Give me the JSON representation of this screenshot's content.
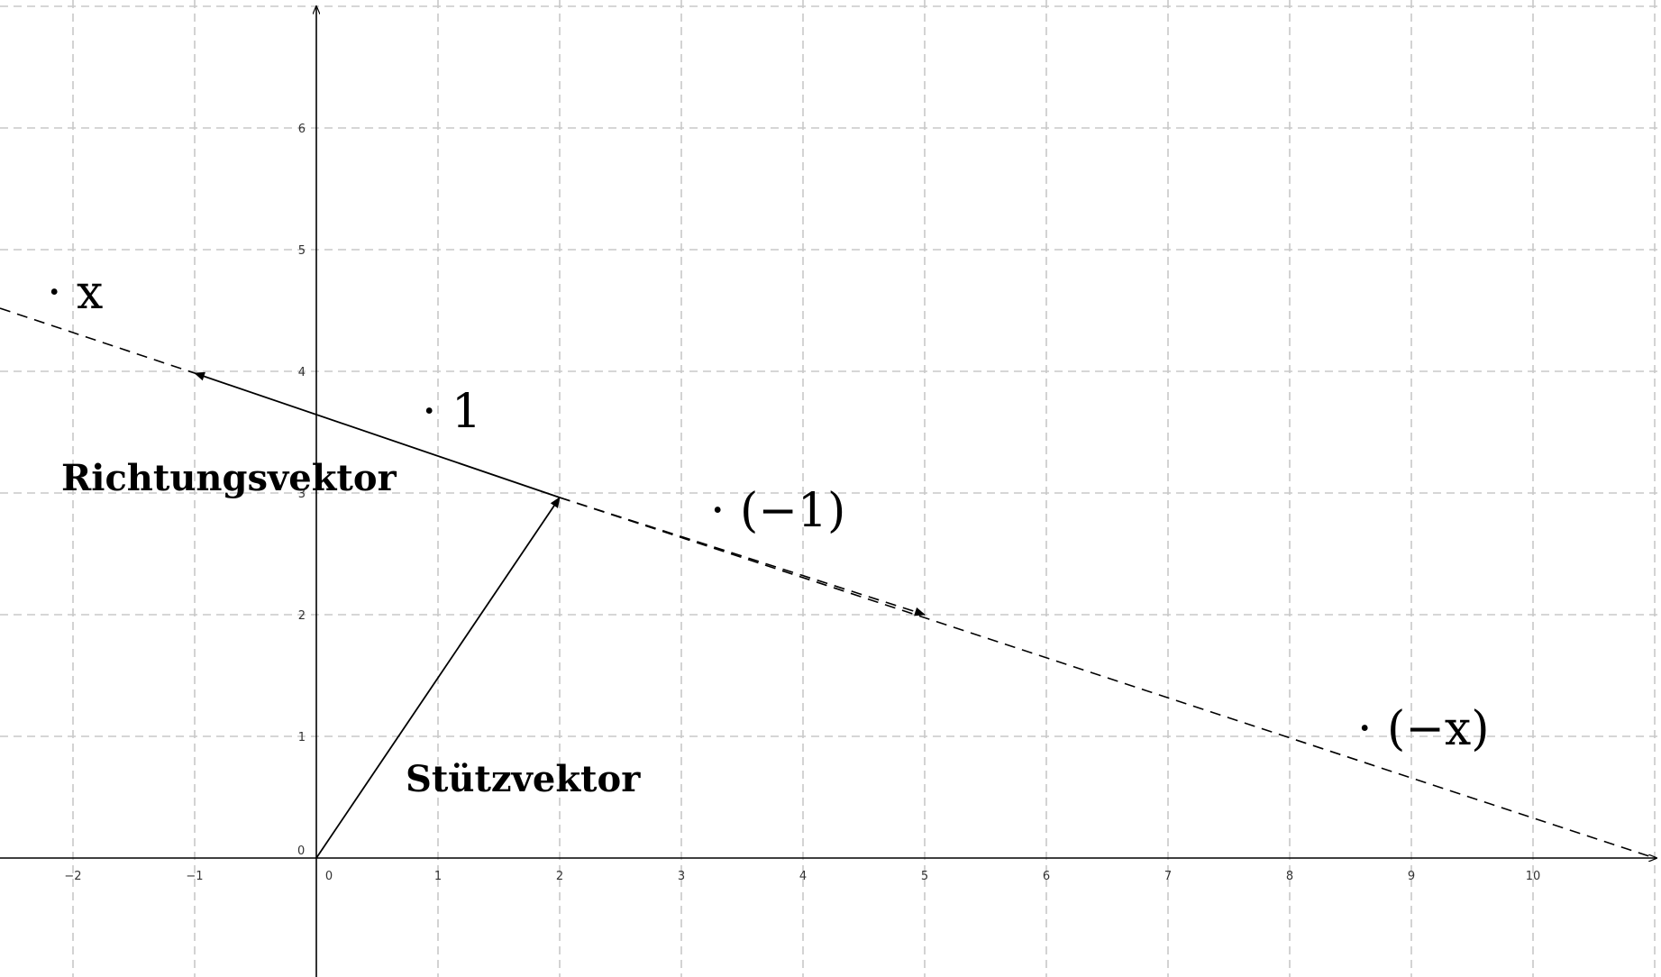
{
  "x_ticks": [
    "-2",
    "-1",
    "0",
    "1",
    "2",
    "3",
    "4",
    "5",
    "6",
    "7",
    "8",
    "9",
    "10"
  ],
  "y_ticks": [
    "1",
    "2",
    "3",
    "4",
    "5",
    "6"
  ],
  "origin_label": "0",
  "labels": {
    "richtungsvektor": "Richtungsvektor",
    "stuetzvektor": "Stützvektor",
    "mult_x": "· x",
    "mult_1": "· 1",
    "mult_neg1": "· (−1)",
    "mult_negx": "· (−x)"
  },
  "geometry": {
    "stuetzvektor": {
      "from": [
        0,
        0
      ],
      "to": [
        2,
        3
      ]
    },
    "richtungsvektor": {
      "from": [
        2,
        3
      ],
      "to": [
        -1,
        4
      ]
    },
    "scaled_neg1": {
      "from": [
        2,
        3
      ],
      "to": [
        5,
        2
      ]
    },
    "line_extension": {
      "from": [
        -2.6,
        4.53
      ],
      "to": [
        11,
        0
      ]
    }
  }
}
